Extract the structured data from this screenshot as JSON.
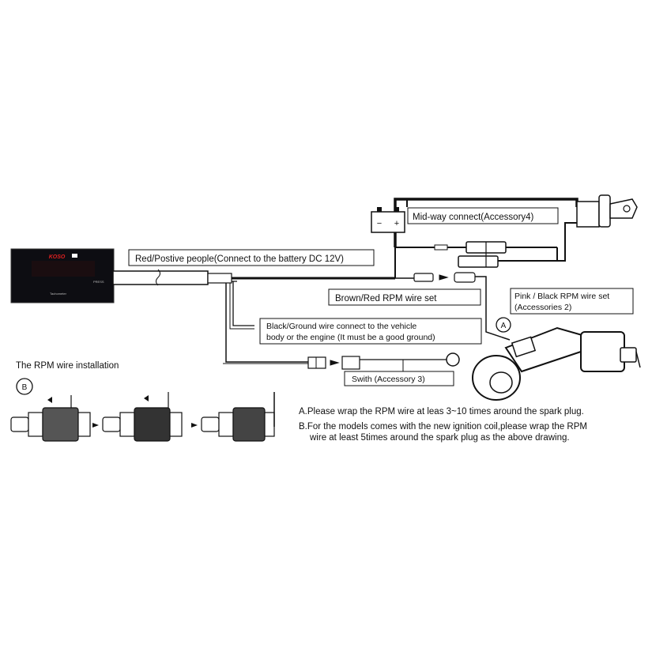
{
  "device": {
    "brand": "KOSO",
    "mode": "PRESS",
    "name": "Tachometer"
  },
  "labels": {
    "red_wire": "Red/Postive people(Connect to the battery DC 12V)",
    "midway": "Mid-way connect(Accessory4)",
    "battery_minus": "−",
    "battery_plus": "+",
    "brown_red": "Brown/Red RPM wire set",
    "pink_black_1": "Pink / Black RPM wire set",
    "pink_black_2": "(Accessories 2)",
    "ground_1": "Black/Ground wire connect to the vehicle",
    "ground_2": "body or the engine (It must be a good ground)",
    "switch": "Swith (Accessory 3)",
    "circle_a": "A",
    "circle_b": "B",
    "rpm_title": "The RPM wire installation"
  },
  "notes": {
    "a": "A.Please wrap the RPM wire at leas 3~10 times around the spark plug.",
    "b1": "B.For the models comes with the new ignition coil,please wrap the RPM",
    "b2": "wire at least 5times around the spark plug as the above drawing."
  }
}
